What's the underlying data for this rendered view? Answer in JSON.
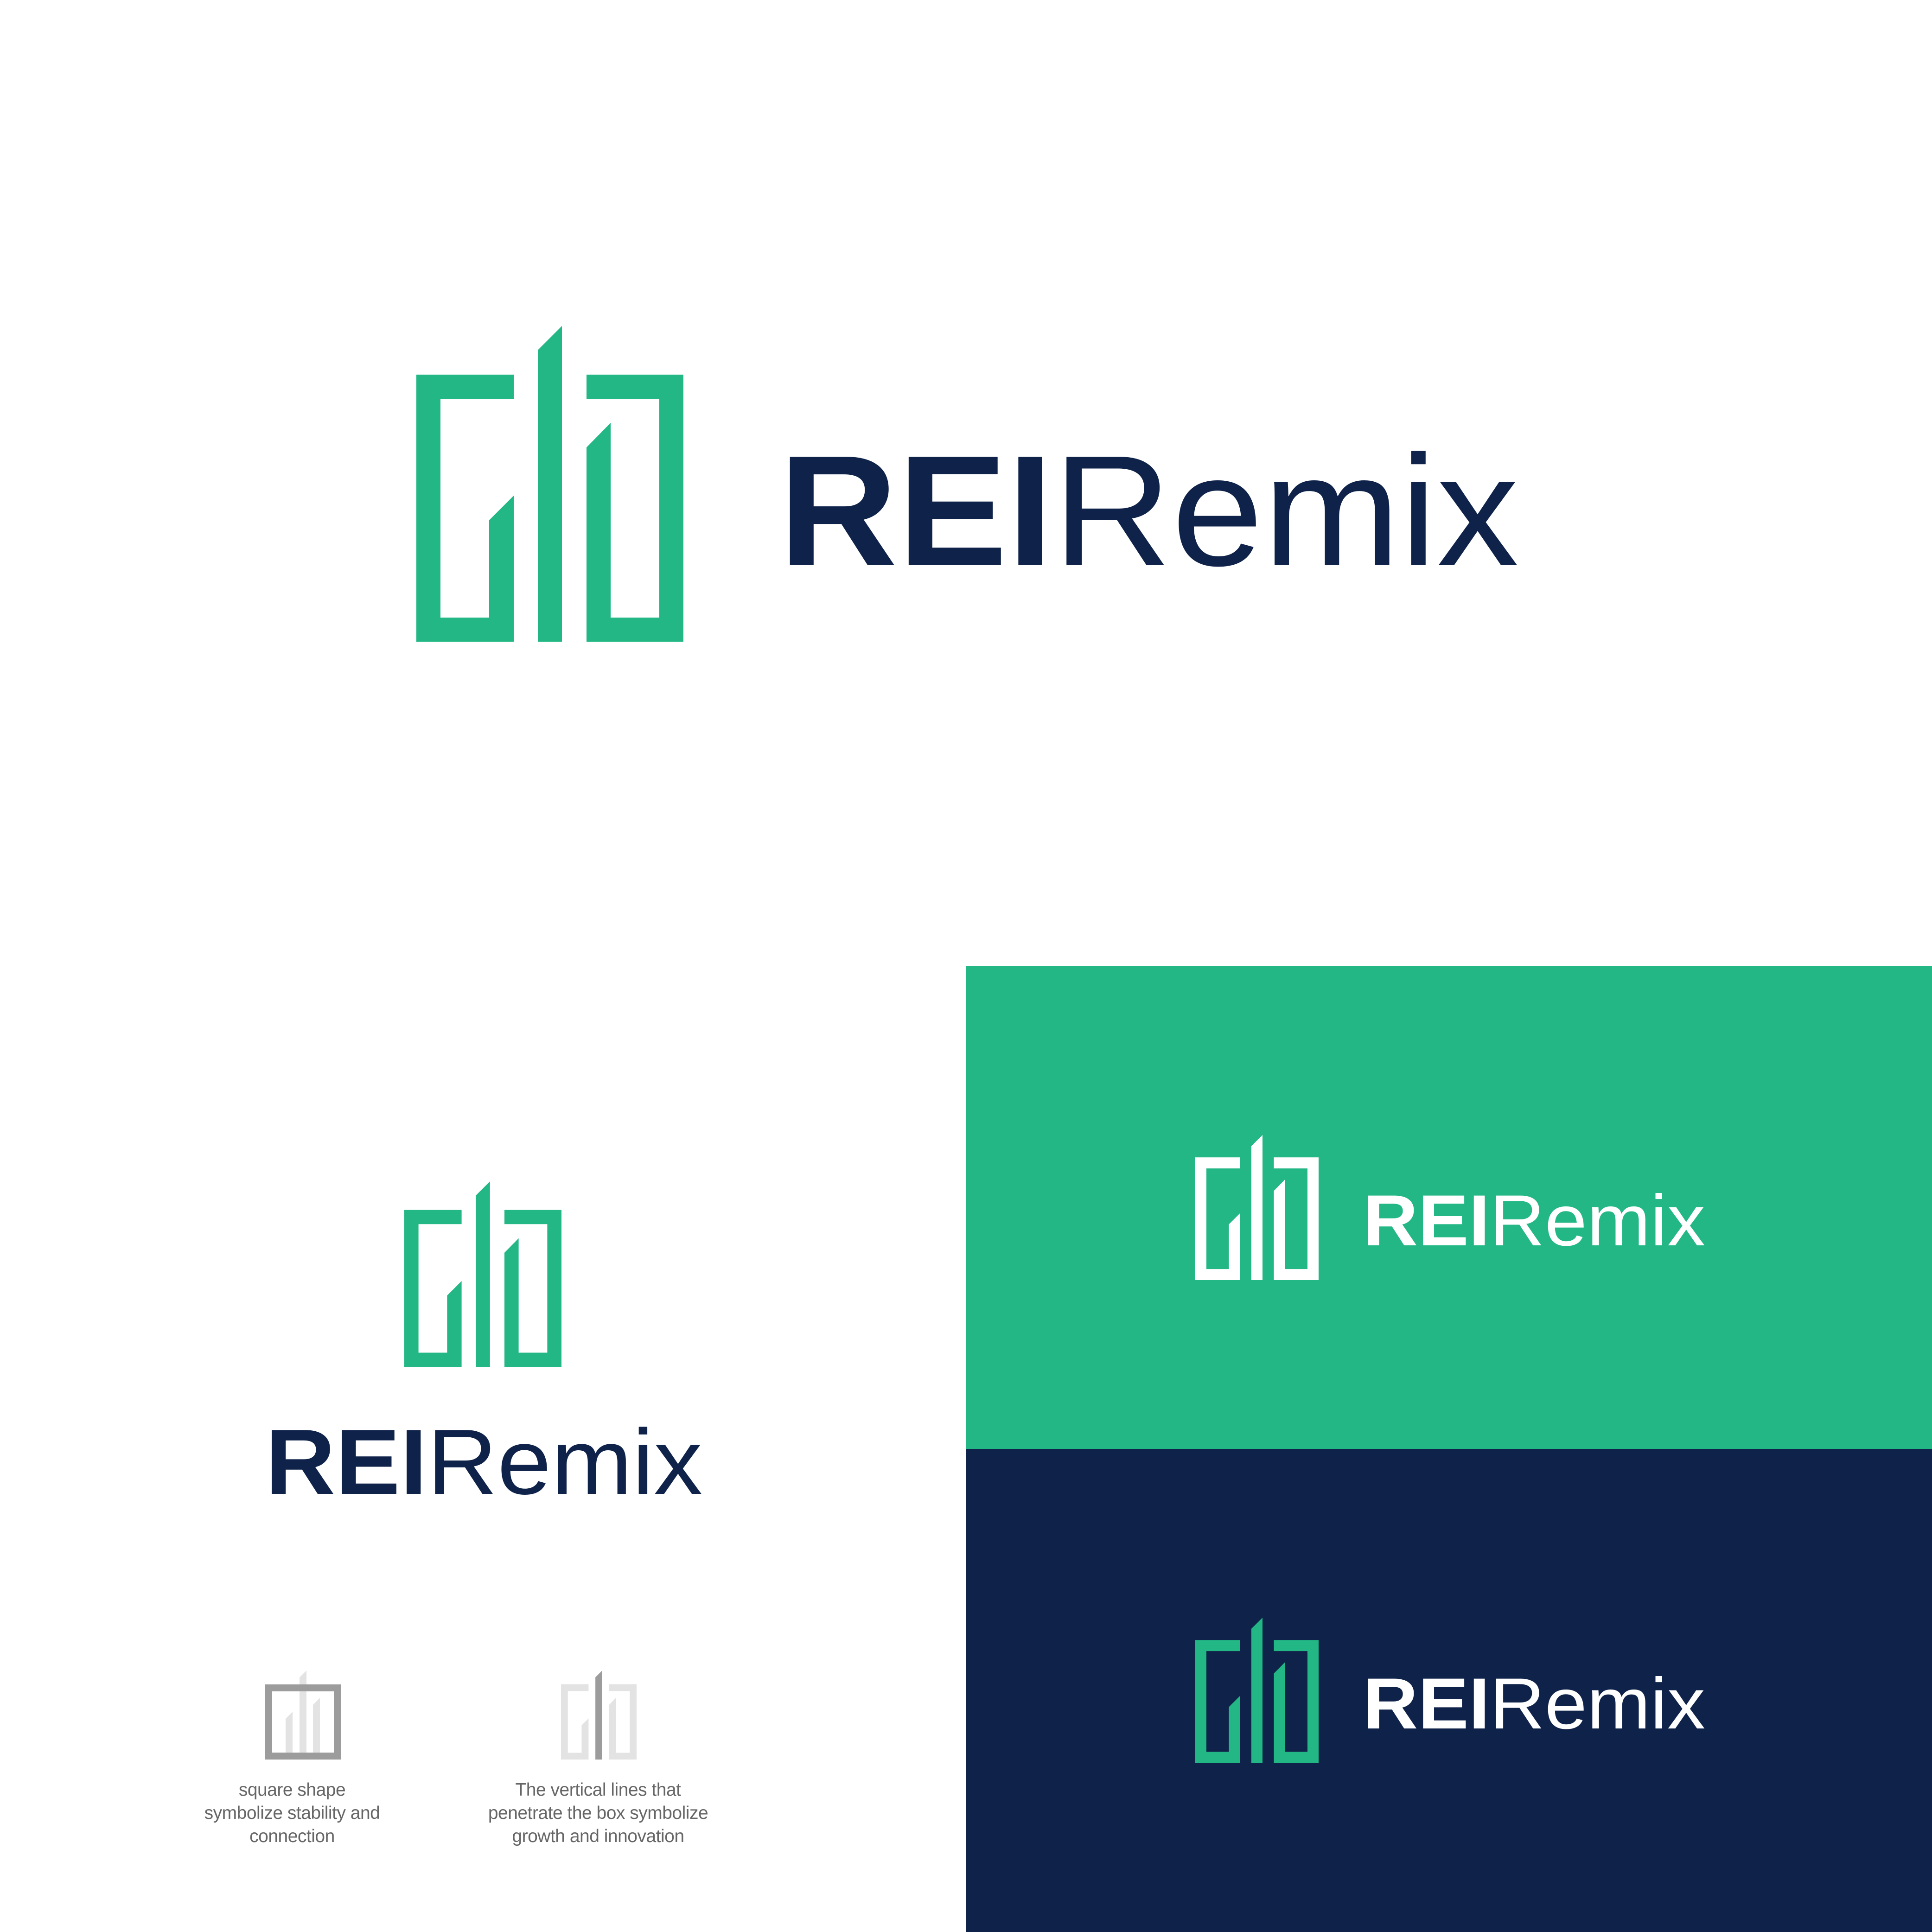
{
  "brand": {
    "name_bold": "REI",
    "name_regular": "Remix",
    "colors": {
      "green": "#22b784",
      "navy": "#0f2249",
      "white": "#ffffff",
      "gray_dark": "#9c9c9c",
      "gray_light": "#e3e3e3",
      "caption_text": "#666666"
    }
  },
  "primary_logo": {
    "icon": "building-bars-logo-icon",
    "wordmark_bold": "REI",
    "wordmark_regular": "Remix"
  },
  "stacked_logo": {
    "icon": "building-bars-logo-icon",
    "wordmark_bold": "REI",
    "wordmark_regular": "Remix"
  },
  "concept_explanations": [
    {
      "icon": "square-shape-highlight-icon",
      "lines": [
        "square shape",
        "symbolize stability and",
        "connection"
      ]
    },
    {
      "icon": "vertical-lines-highlight-icon",
      "lines": [
        "The vertical lines that",
        "penetrate the box symbolize",
        "growth and innovation"
      ]
    }
  ],
  "color_variants": [
    {
      "background": "#22b784",
      "icon_color": "#ffffff",
      "text_color": "#ffffff",
      "wordmark_bold": "REI",
      "wordmark_regular": "Remix"
    },
    {
      "background": "#0f2249",
      "icon_color": "#22b784",
      "text_color": "#ffffff",
      "wordmark_bold": "REI",
      "wordmark_regular": "Remix"
    }
  ]
}
